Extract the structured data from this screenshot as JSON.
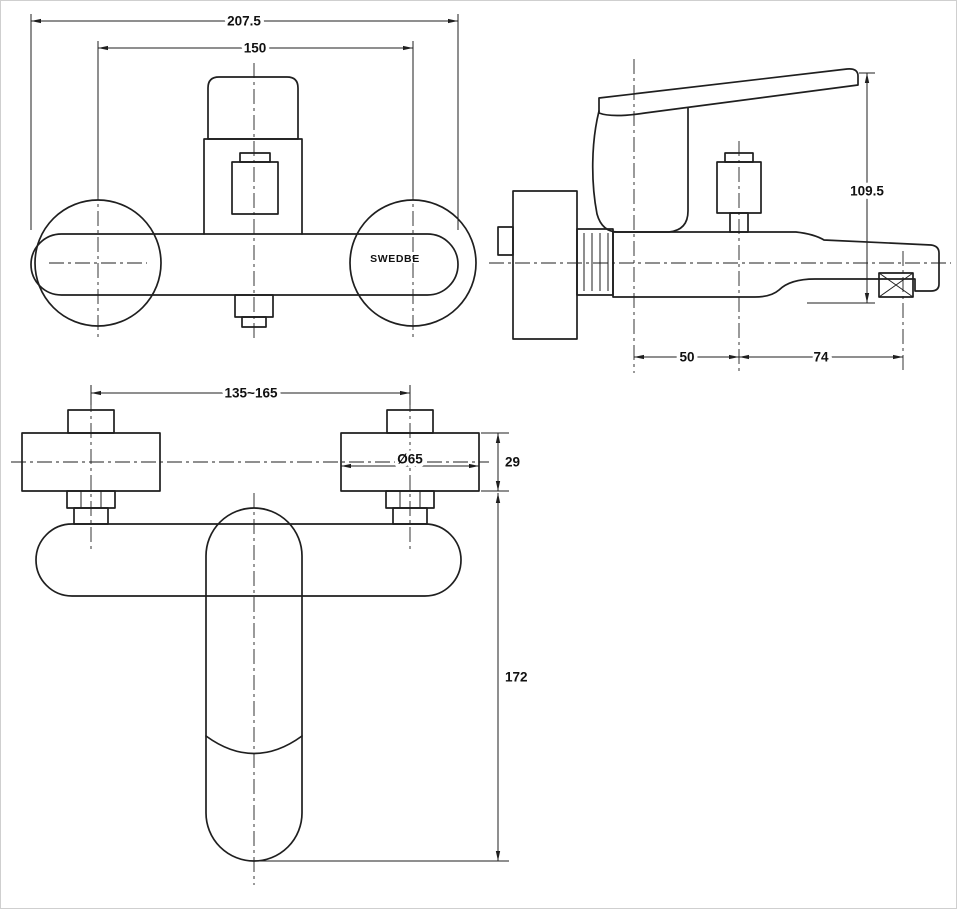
{
  "drawing": {
    "brand": "SWEDBE",
    "views": {
      "front": {
        "dims": {
          "overall_width": "207.5",
          "mount_centers": "150"
        }
      },
      "side": {
        "dims": {
          "handle_height": "109.5",
          "wall_to_diverter": "50",
          "diverter_to_spout": "74"
        }
      },
      "plan": {
        "dims": {
          "adjustable_centers": "135~165",
          "flange_diameter": "Ø65",
          "flange_depth": "29",
          "spout_reach": "172"
        }
      }
    }
  }
}
